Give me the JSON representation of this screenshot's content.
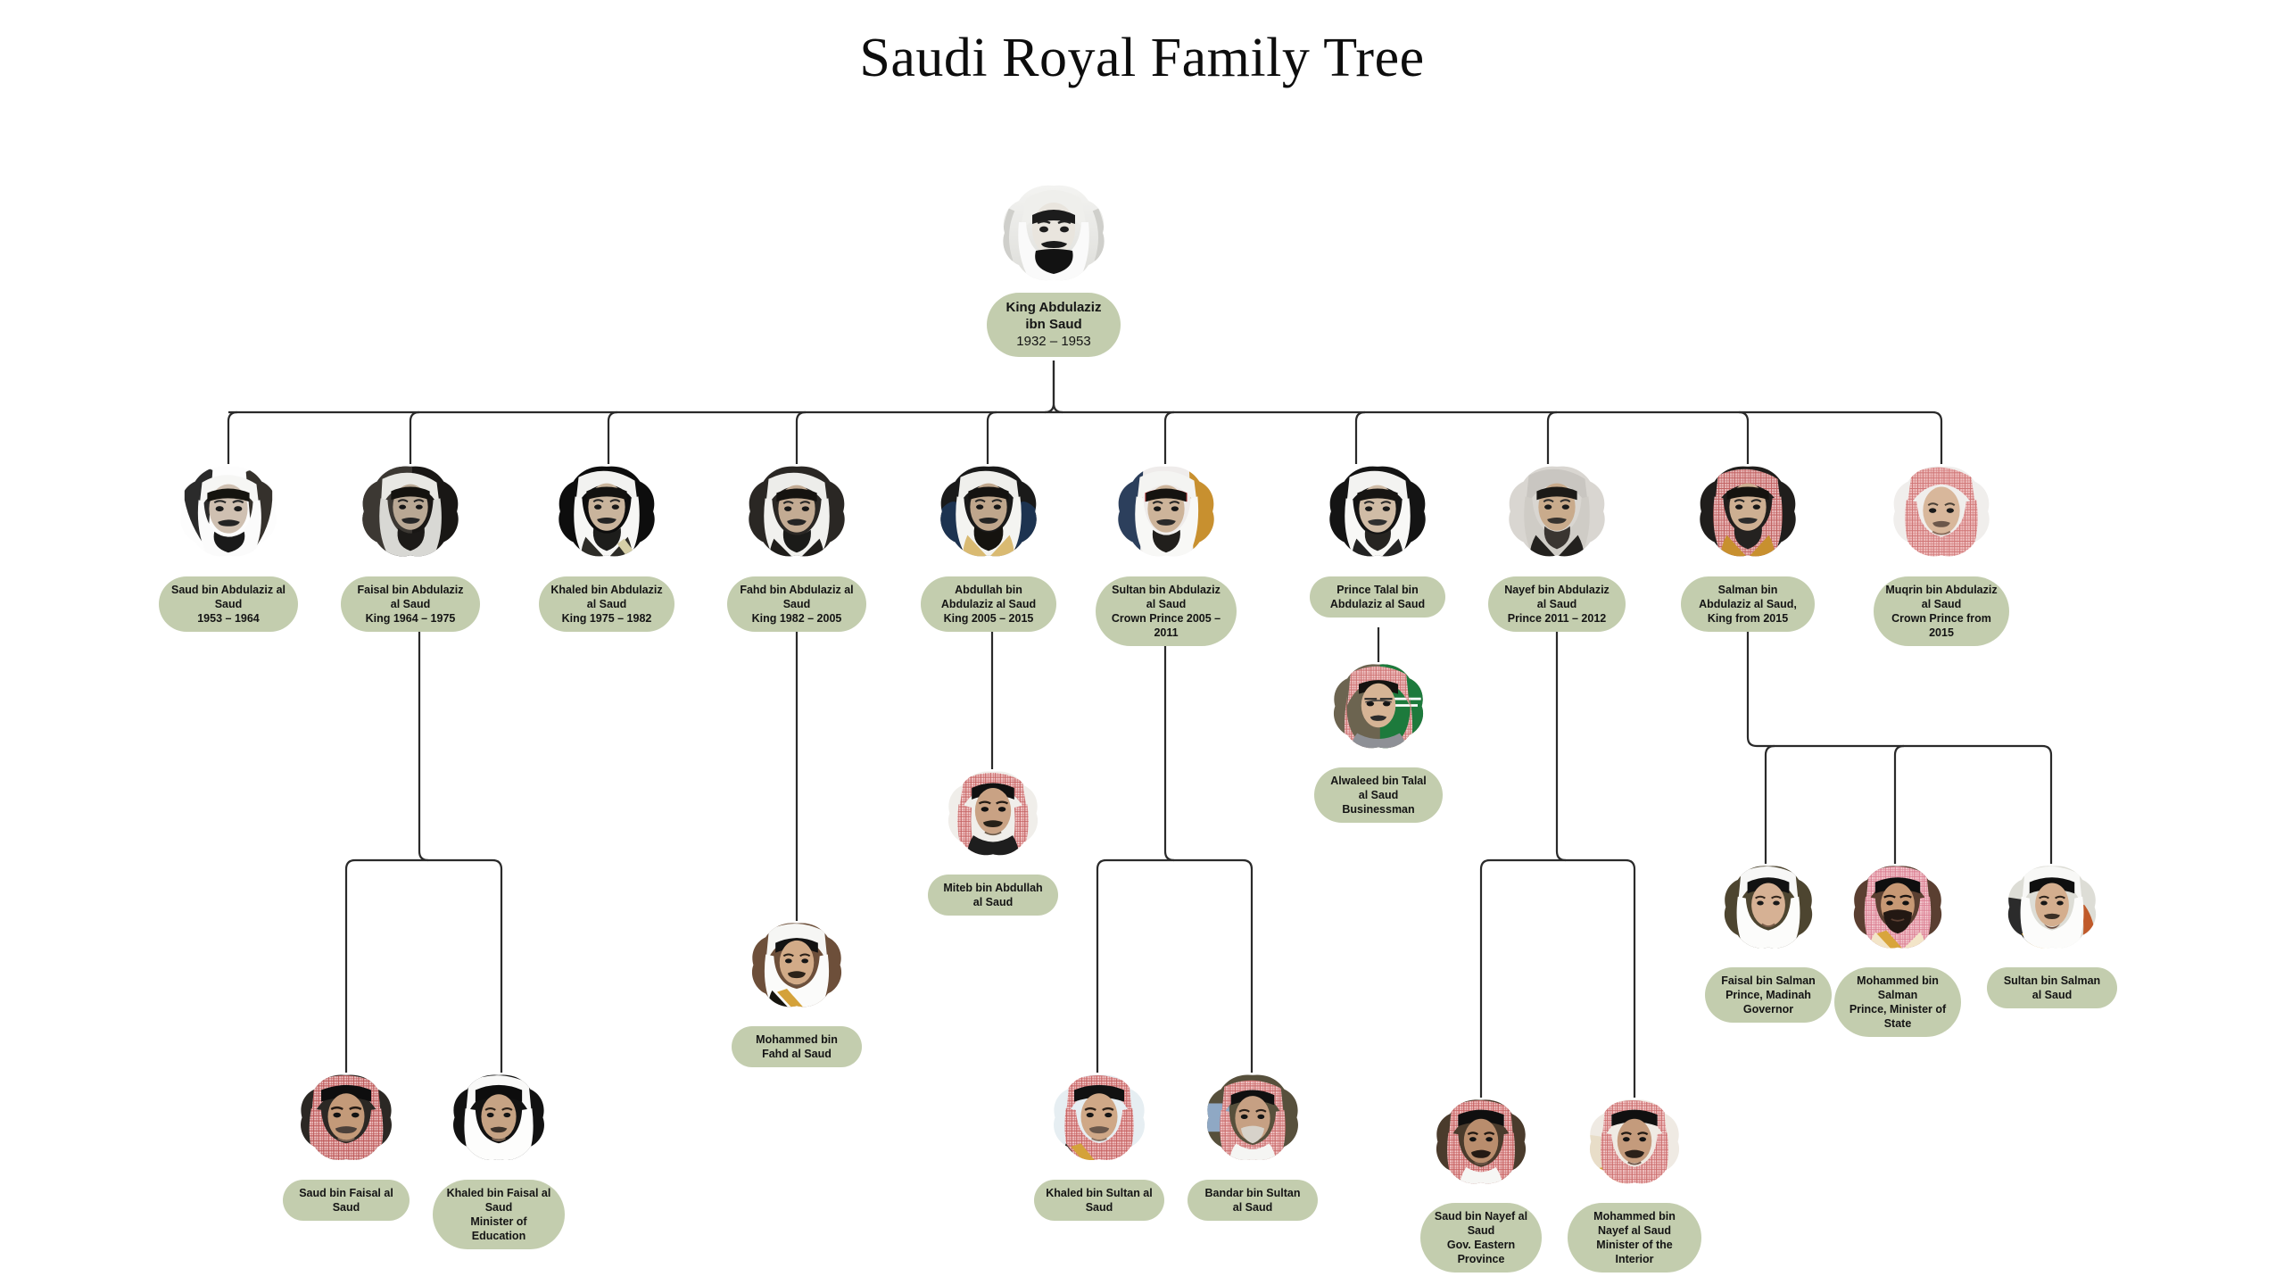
{
  "page": {
    "title": "Saudi Royal Family Tree",
    "background_color": "#ffffff",
    "pill_color": "#c3cdae",
    "line_color": "#2a2a2a",
    "text_color": "#141414"
  },
  "nodes": {
    "abdulaziz": {
      "name": "King Abdulaziz ibn Saud",
      "line2": "1932 – 1953",
      "portrait": "portrait-abdulaziz"
    },
    "saud": {
      "name": "Saud bin Abdulaziz al Saud",
      "line2": "1953 – 1964",
      "portrait": "portrait-saud"
    },
    "faisal": {
      "name": "Faisal bin Abdulaziz al Saud",
      "line2": "King 1964 – 1975",
      "portrait": "portrait-faisal"
    },
    "khaled": {
      "name": "Khaled bin Abdulaziz al Saud",
      "line2": "King 1975 – 1982",
      "portrait": "portrait-khaled"
    },
    "fahd": {
      "name": "Fahd bin Abdulaziz al Saud",
      "line2": "King 1982 – 2005",
      "portrait": "portrait-fahd"
    },
    "abdullah": {
      "name": "Abdullah bin Abdulaziz al Saud",
      "line2": "King 2005 – 2015",
      "portrait": "portrait-abdullah"
    },
    "sultan": {
      "name": "Sultan bin Abdulaziz al Saud",
      "line2": "Crown Prince 2005 – 2011",
      "portrait": "portrait-sultan"
    },
    "talal": {
      "name": "Prince Talal bin Abdulaziz al Saud",
      "line2": "",
      "portrait": "portrait-talal"
    },
    "nayef": {
      "name": "Nayef bin Abdulaziz al Saud",
      "line2": "Prince 2011 – 2012",
      "portrait": "portrait-nayef"
    },
    "salman": {
      "name": "Salman bin Abdulaziz al Saud, King from 2015",
      "line2": "",
      "portrait": "portrait-salman"
    },
    "muqrin": {
      "name": "Muqrin bin Abdulaziz al Saud",
      "line2": "Crown Prince from 2015",
      "portrait": "portrait-muqrin"
    },
    "alwaleed": {
      "name": "Alwaleed bin Talal al Saud",
      "line2": "Businessman",
      "portrait": "portrait-alwaleed"
    },
    "miteb": {
      "name": "Miteb bin Abdullah al Saud",
      "line2": "",
      "portrait": "portrait-miteb"
    },
    "mohammed_fahd": {
      "name": "Mohammed bin Fahd al Saud",
      "line2": "",
      "portrait": "portrait-mohammed-fahd"
    },
    "faisal_salman": {
      "name": "Faisal bin Salman",
      "line2": "Prince, Madinah Governor",
      "portrait": "portrait-faisal-salman"
    },
    "mohammed_salman": {
      "name": "Mohammed bin Salman",
      "line2": "Prince, Minister of State",
      "portrait": "portrait-mohammed-salman"
    },
    "sultan_salman": {
      "name": "Sultan bin Salman al Saud",
      "line2": "",
      "portrait": "portrait-sultan-salman"
    },
    "saud_faisal": {
      "name": "Saud bin Faisal al Saud",
      "line2": "",
      "portrait": "portrait-saud-faisal"
    },
    "khaled_faisal": {
      "name": "Khaled bin Faisal al Saud",
      "line2": "Minister of Education",
      "portrait": "portrait-khaled-faisal"
    },
    "khaled_sultan": {
      "name": "Khaled bin Sultan al Saud",
      "line2": "",
      "portrait": "portrait-khaled-sultan"
    },
    "bandar_sultan": {
      "name": "Bandar bin Sultan al Saud",
      "line2": "",
      "portrait": "portrait-bandar-sultan"
    },
    "saud_nayef": {
      "name": "Saud bin Nayef al Saud",
      "line2": "Gov. Eastern Province",
      "portrait": "portrait-saud-nayef"
    },
    "mohammed_nayef": {
      "name": "Mohammed bin Nayef al Saud",
      "line2": "Minister of the Interior",
      "portrait": "portrait-mohammed-nayef"
    }
  },
  "relations": [
    {
      "parent": "abdulaziz",
      "children": [
        "saud",
        "faisal",
        "khaled",
        "fahd",
        "abdullah",
        "sultan",
        "talal",
        "nayef",
        "salman",
        "muqrin"
      ]
    },
    {
      "parent": "talal",
      "children": [
        "alwaleed"
      ]
    },
    {
      "parent": "abdullah",
      "children": [
        "miteb"
      ]
    },
    {
      "parent": "fahd",
      "children": [
        "mohammed_fahd"
      ]
    },
    {
      "parent": "salman",
      "children": [
        "faisal_salman",
        "mohammed_salman",
        "sultan_salman"
      ]
    },
    {
      "parent": "faisal",
      "children": [
        "saud_faisal",
        "khaled_faisal"
      ]
    },
    {
      "parent": "sultan",
      "children": [
        "khaled_sultan",
        "bandar_sultan"
      ]
    },
    {
      "parent": "nayef",
      "children": [
        "saud_nayef",
        "mohammed_nayef"
      ]
    }
  ]
}
